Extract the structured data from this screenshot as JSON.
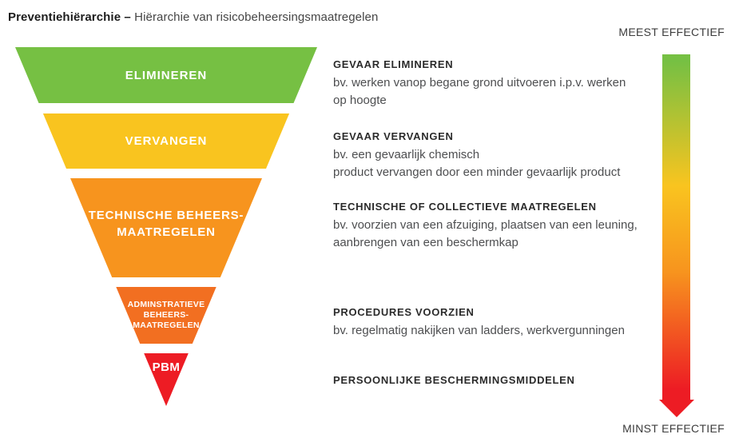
{
  "title": {
    "bold": "Preventiehiërarchie –",
    "regular": "Hiërarchie van risicobeheersingsmaatregelen"
  },
  "effectiveness_scale": {
    "top_label": "MEEST EFFECTIEF",
    "bottom_label": "MINST EFFECTIEF",
    "gradient_colors": [
      "#76c043",
      "#f9c41f",
      "#f7941e",
      "#ed1c24"
    ]
  },
  "pyramid": {
    "levels": [
      {
        "label": "ELIMINEREN",
        "color": "#76c043"
      },
      {
        "label": "VERVANGEN",
        "color": "#f9c41f"
      },
      {
        "label": "TECHNISCHE BEHEERS-\nMAATREGELEN",
        "color": "#f7941e"
      },
      {
        "label": "ADMINSTRATIEVE\nBEHEERS-\nMAATREGELEN",
        "color": "#f26f21"
      },
      {
        "label": "PBM",
        "color": "#ed1c24"
      }
    ]
  },
  "descriptions": [
    {
      "heading": "GEVAAR ELIMINEREN",
      "body": "bv. werken vanop begane grond uitvoeren i.p.v. werken\nop hoogte"
    },
    {
      "heading": "GEVAAR VERVANGEN",
      "body": "bv. een gevaarlijk chemisch\nproduct vervangen door een minder gevaarlijk product"
    },
    {
      "heading": "TECHNISCHE OF COLLECTIEVE MAATREGELEN",
      "body": "bv. voorzien van een afzuiging, plaatsen van een leuning,\naanbrengen van een beschermkap"
    },
    {
      "heading": "PROCEDURES VOORZIEN",
      "body": "bv. regelmatig nakijken van ladders, werkvergunningen"
    },
    {
      "heading": "PERSOONLIJKE BESCHERMINGSMIDDELEN",
      "body": ""
    }
  ]
}
